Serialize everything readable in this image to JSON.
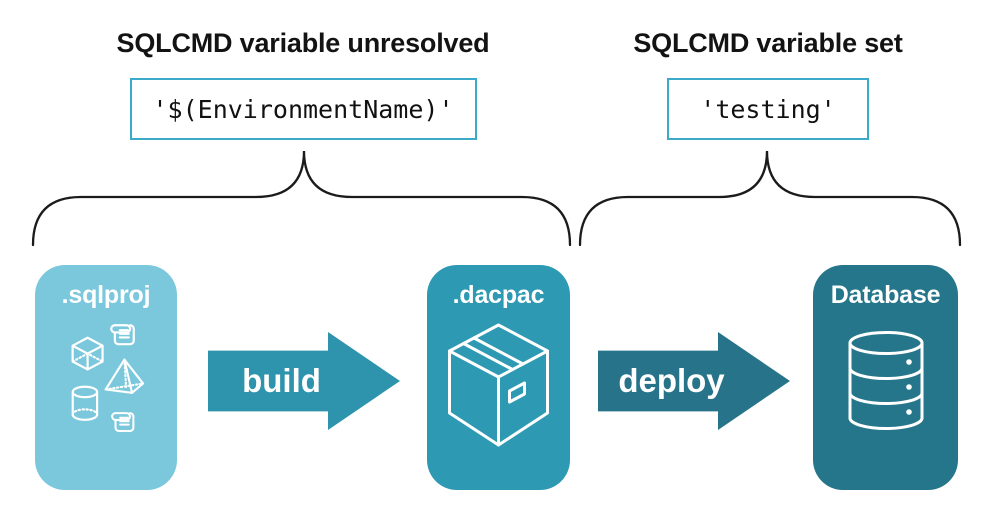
{
  "annotations": [
    {
      "heading": "SQLCMD variable unresolved",
      "code": "'$(EnvironmentName)'"
    },
    {
      "heading": "SQLCMD variable set",
      "code": "'testing'"
    }
  ],
  "pipeline": {
    "nodes": [
      {
        "label": ".sqlproj",
        "icon": "sql-objects-icon",
        "fill": "#7BC8DC"
      },
      {
        "label": ".dacpac",
        "icon": "package-box-icon",
        "fill": "#2D99B3"
      },
      {
        "label": "Database",
        "icon": "database-cylinder-icon",
        "fill": "#25768A"
      }
    ],
    "arrows": [
      {
        "label": "build",
        "fill": "#2E93AC"
      },
      {
        "label": "deploy",
        "fill": "#27748A"
      }
    ]
  },
  "colors": {
    "code_box_border": "#3BABC9",
    "brace_stroke": "#1B1B1B",
    "icon_stroke": "#FFFFFF",
    "heading_text": "#131313",
    "background": "#FFFFFF"
  }
}
